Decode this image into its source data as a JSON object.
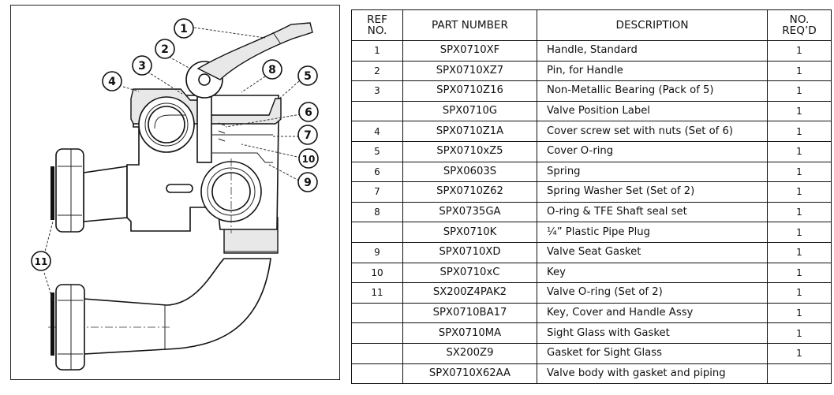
{
  "diagram": {
    "title": "Multiport valve exploded view",
    "callouts": [
      "1",
      "2",
      "3",
      "4",
      "5",
      "6",
      "7",
      "8",
      "9",
      "10",
      "11"
    ]
  },
  "table": {
    "headers": {
      "ref_line1": "REF",
      "ref_line2": "NO.",
      "part_number": "PART NUMBER",
      "description": "DESCRIPTION",
      "qty_line1": "NO.",
      "qty_line2": "REQ’D"
    },
    "rows": [
      {
        "ref": "1",
        "part": "SPX0710XF",
        "desc": "Handle, Standard",
        "qty": "1"
      },
      {
        "ref": "2",
        "part": "SPX0710XZ7",
        "desc": "Pin, for Handle",
        "qty": "1"
      },
      {
        "ref": "3",
        "part": "SPX0710Z16",
        "desc": "Non-Metallic Bearing (Pack of 5)",
        "qty": "1"
      },
      {
        "ref": "",
        "part": "SPX0710G",
        "desc": "Valve Position Label",
        "qty": "1"
      },
      {
        "ref": "4",
        "part": "SPX0710Z1A",
        "desc": "Cover screw set with nuts (Set of 6)",
        "qty": "1"
      },
      {
        "ref": "5",
        "part": "SPX0710xZ5",
        "desc": "Cover O-ring",
        "qty": "1"
      },
      {
        "ref": "6",
        "part": "SPX0603S",
        "desc": "Spring",
        "qty": "1"
      },
      {
        "ref": "7",
        "part": "SPX0710Z62",
        "desc": "Spring Washer Set (Set of 2)",
        "qty": "1"
      },
      {
        "ref": "8",
        "part": "SPX0735GA",
        "desc": "O-ring & TFE Shaft seal set",
        "qty": "1"
      },
      {
        "ref": "",
        "part": "SPX0710K",
        "desc": "¼” Plastic Pipe Plug",
        "qty": "1"
      },
      {
        "ref": "9",
        "part": "SPX0710XD",
        "desc": "Valve Seat Gasket",
        "qty": "1"
      },
      {
        "ref": "10",
        "part": "SPX0710xC",
        "desc": "Key",
        "qty": "1"
      },
      {
        "ref": "11",
        "part": "SX200Z4PAK2",
        "desc": "Valve O-ring (Set of  2)",
        "qty": "1"
      },
      {
        "ref": "",
        "part": "SPX0710BA17",
        "desc": "Key, Cover and Handle Assy",
        "qty": "1"
      },
      {
        "ref": "",
        "part": "SPX0710MA",
        "desc": "Sight Glass with Gasket",
        "qty": "1"
      },
      {
        "ref": "",
        "part": "SX200Z9",
        "desc": "Gasket for Sight Glass",
        "qty": "1"
      },
      {
        "ref": "",
        "part": "SPX0710X62AA",
        "desc": "Valve body with gasket and piping",
        "qty": ""
      }
    ]
  }
}
